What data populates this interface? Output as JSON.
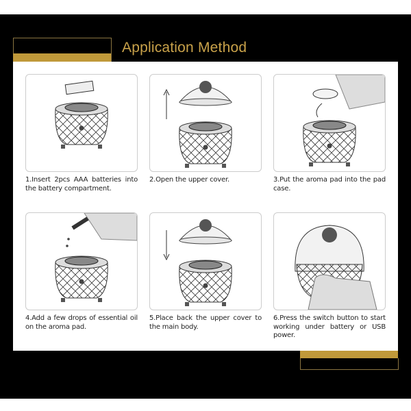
{
  "title": "Application Method",
  "steps": [
    {
      "caption": "1.Insert 2pcs AAA batteries into the battery compartment.",
      "icon": "battery-insert"
    },
    {
      "caption": "2.Open the upper cover.",
      "icon": "open-cover"
    },
    {
      "caption": "3.Put the aroma pad into the pad case.",
      "icon": "aroma-pad"
    },
    {
      "caption": "4.Add a few drops of essential oil on the aroma pad.",
      "icon": "oil-drops"
    },
    {
      "caption": "5.Place back the upper cover to the main body.",
      "icon": "close-cover"
    },
    {
      "caption": "6.Press the switch button to start working under battery or USB power.",
      "icon": "press-switch"
    }
  ],
  "colors": {
    "gold": "#c0993a",
    "title": "#c9a24a",
    "background": "#000000"
  }
}
